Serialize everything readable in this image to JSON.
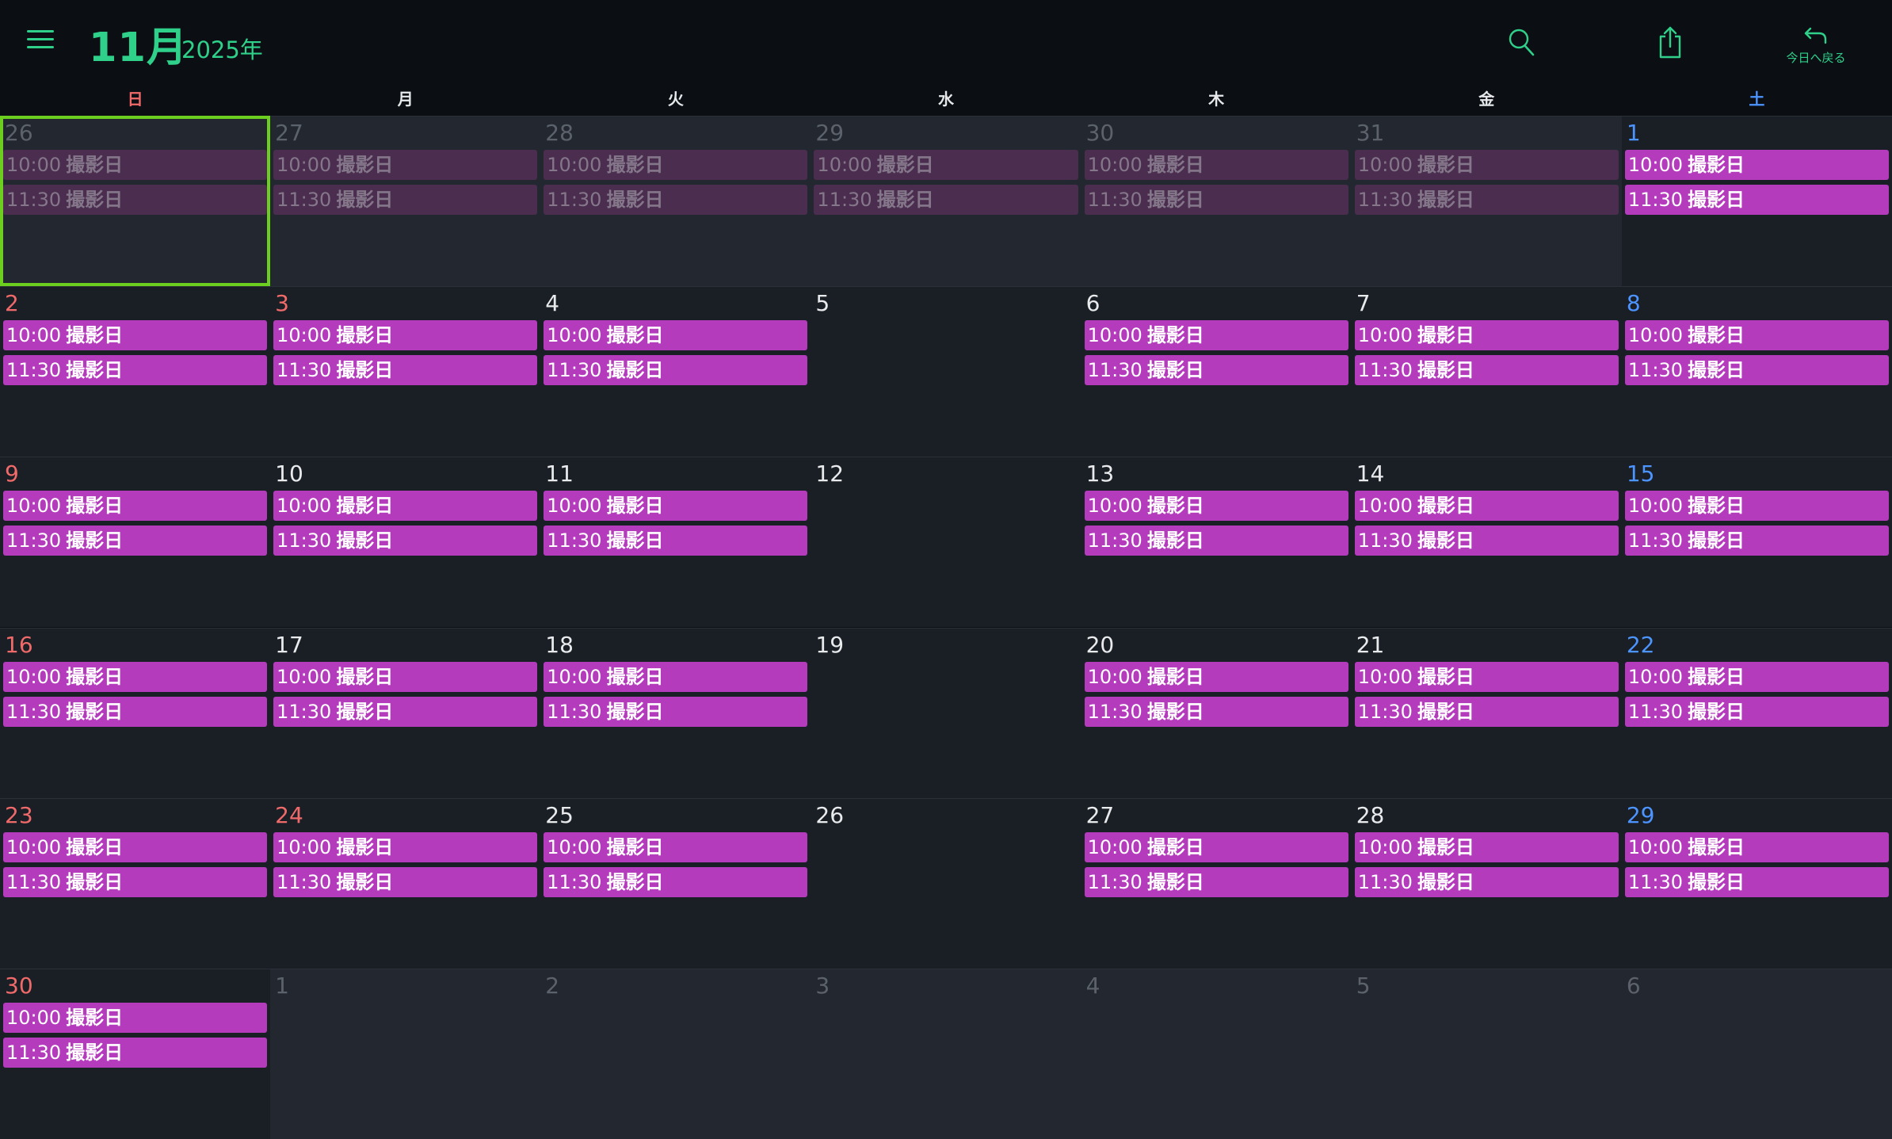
{
  "header": {
    "month": "11月",
    "year": "2025年",
    "back_to_today_label": "今日へ戻る"
  },
  "colors": {
    "accent": "#2fd08a",
    "event": "#b53bbd",
    "selected_outline": "#6ccf1f",
    "sunday": "#f06a6a",
    "saturday": "#4c94ff"
  },
  "icons": [
    "menu-icon",
    "search-icon",
    "share-icon",
    "back-arrow-icon"
  ],
  "weekdays": [
    {
      "label": "日",
      "kind": "sun"
    },
    {
      "label": "月",
      "kind": "wk"
    },
    {
      "label": "火",
      "kind": "wk"
    },
    {
      "label": "水",
      "kind": "wk"
    },
    {
      "label": "木",
      "kind": "wk"
    },
    {
      "label": "金",
      "kind": "wk"
    },
    {
      "label": "土",
      "kind": "sat"
    }
  ],
  "event_labels": {
    "title": "撮影日",
    "time1": "10:00",
    "time2": "11:30"
  },
  "weeks": [
    [
      {
        "day": "26",
        "in_month": false,
        "events": [
          "10:00",
          "11:30"
        ],
        "selected": true
      },
      {
        "day": "27",
        "in_month": false,
        "events": [
          "10:00",
          "11:30"
        ]
      },
      {
        "day": "28",
        "in_month": false,
        "events": [
          "10:00",
          "11:30"
        ]
      },
      {
        "day": "29",
        "in_month": false,
        "events": [
          "10:00",
          "11:30"
        ]
      },
      {
        "day": "30",
        "in_month": false,
        "events": [
          "10:00",
          "11:30"
        ]
      },
      {
        "day": "31",
        "in_month": false,
        "events": [
          "10:00",
          "11:30"
        ]
      },
      {
        "day": "1",
        "in_month": true,
        "events": [
          "10:00",
          "11:30"
        ]
      }
    ],
    [
      {
        "day": "2",
        "in_month": true,
        "events": [
          "10:00",
          "11:30"
        ]
      },
      {
        "day": "3",
        "in_month": true,
        "events": [
          "10:00",
          "11:30"
        ],
        "holiday": true
      },
      {
        "day": "4",
        "in_month": true,
        "events": [
          "10:00",
          "11:30"
        ]
      },
      {
        "day": "5",
        "in_month": true,
        "events": []
      },
      {
        "day": "6",
        "in_month": true,
        "events": [
          "10:00",
          "11:30"
        ]
      },
      {
        "day": "7",
        "in_month": true,
        "events": [
          "10:00",
          "11:30"
        ]
      },
      {
        "day": "8",
        "in_month": true,
        "events": [
          "10:00",
          "11:30"
        ]
      }
    ],
    [
      {
        "day": "9",
        "in_month": true,
        "events": [
          "10:00",
          "11:30"
        ]
      },
      {
        "day": "10",
        "in_month": true,
        "events": [
          "10:00",
          "11:30"
        ]
      },
      {
        "day": "11",
        "in_month": true,
        "events": [
          "10:00",
          "11:30"
        ]
      },
      {
        "day": "12",
        "in_month": true,
        "events": []
      },
      {
        "day": "13",
        "in_month": true,
        "events": [
          "10:00",
          "11:30"
        ]
      },
      {
        "day": "14",
        "in_month": true,
        "events": [
          "10:00",
          "11:30"
        ]
      },
      {
        "day": "15",
        "in_month": true,
        "events": [
          "10:00",
          "11:30"
        ]
      }
    ],
    [
      {
        "day": "16",
        "in_month": true,
        "events": [
          "10:00",
          "11:30"
        ]
      },
      {
        "day": "17",
        "in_month": true,
        "events": [
          "10:00",
          "11:30"
        ]
      },
      {
        "day": "18",
        "in_month": true,
        "events": [
          "10:00",
          "11:30"
        ]
      },
      {
        "day": "19",
        "in_month": true,
        "events": []
      },
      {
        "day": "20",
        "in_month": true,
        "events": [
          "10:00",
          "11:30"
        ]
      },
      {
        "day": "21",
        "in_month": true,
        "events": [
          "10:00",
          "11:30"
        ]
      },
      {
        "day": "22",
        "in_month": true,
        "events": [
          "10:00",
          "11:30"
        ]
      }
    ],
    [
      {
        "day": "23",
        "in_month": true,
        "events": [
          "10:00",
          "11:30"
        ]
      },
      {
        "day": "24",
        "in_month": true,
        "events": [
          "10:00",
          "11:30"
        ],
        "holiday": true
      },
      {
        "day": "25",
        "in_month": true,
        "events": [
          "10:00",
          "11:30"
        ]
      },
      {
        "day": "26",
        "in_month": true,
        "events": []
      },
      {
        "day": "27",
        "in_month": true,
        "events": [
          "10:00",
          "11:30"
        ]
      },
      {
        "day": "28",
        "in_month": true,
        "events": [
          "10:00",
          "11:30"
        ]
      },
      {
        "day": "29",
        "in_month": true,
        "events": [
          "10:00",
          "11:30"
        ]
      }
    ],
    [
      {
        "day": "30",
        "in_month": true,
        "events": [
          "10:00",
          "11:30"
        ]
      },
      {
        "day": "1",
        "in_month": false,
        "events": []
      },
      {
        "day": "2",
        "in_month": false,
        "events": []
      },
      {
        "day": "3",
        "in_month": false,
        "events": []
      },
      {
        "day": "4",
        "in_month": false,
        "events": []
      },
      {
        "day": "5",
        "in_month": false,
        "events": []
      },
      {
        "day": "6",
        "in_month": false,
        "events": []
      }
    ]
  ]
}
